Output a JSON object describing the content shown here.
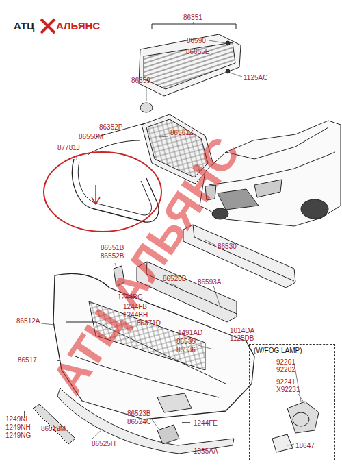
{
  "diagram": {
    "nodes": [
      {
        "text": [
          "(W/FOG LAMP)"
        ]
      }
    ],
    "labels": [
      "АТЦ",
      "АЛЬЯНС",
      "АТЦ АЛЬЯНС",
      "86351",
      "86590",
      "86655E",
      "86359",
      "1125AC",
      "86352P",
      "86550M",
      "87781J",
      "86561Z",
      "86530",
      "86551B",
      "86552B",
      "86520B",
      "86593A",
      "1244BG",
      "1244FB",
      "1244BH",
      "86371D",
      "86512A",
      "1491AD",
      "1014DA",
      "1125DB",
      "86535",
      "86536",
      "86517",
      "1249NL",
      "1249NH",
      "1249NG",
      "86519M",
      "86523B",
      "86524C",
      "1244FE",
      "86525H",
      "1335AA",
      "92201",
      "92202",
      "92241",
      "X92231",
      "18647"
    ]
  }
}
